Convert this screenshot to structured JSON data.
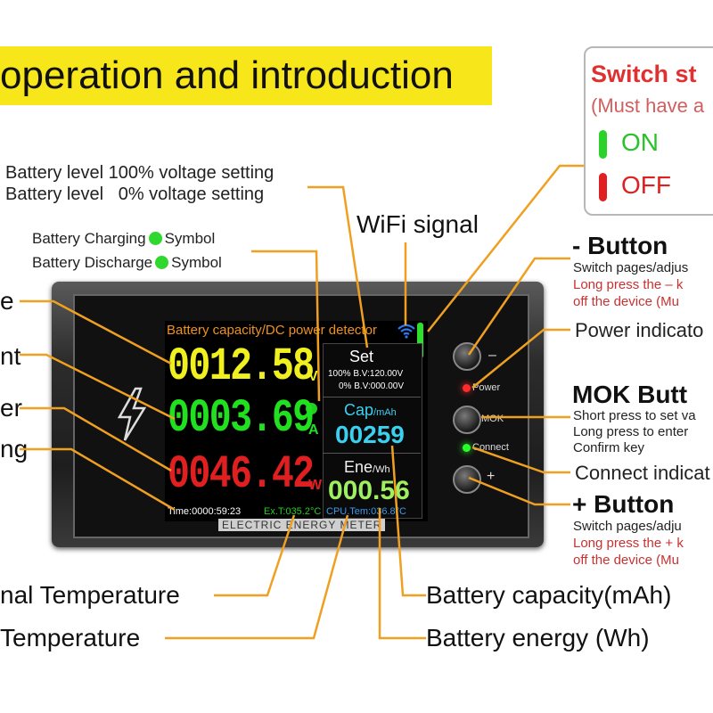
{
  "header": {
    "title": "operation and introduction"
  },
  "switch_status": {
    "title": "Switch st",
    "subtitle": "(Must have a",
    "on_label": "ON",
    "off_label": "OFF",
    "on_color": "#2ac22a",
    "off_color": "#e02020"
  },
  "annotations": {
    "battery_100": "Battery level 100% voltage setting",
    "battery_0": "Battery level   0% voltage setting",
    "wifi": "WiFi signal",
    "charging": "Battery Charging",
    "charging_symbol": "Symbol",
    "discharge": "Battery Discharge",
    "discharge_symbol": "Symbol",
    "left_1": "e",
    "left_2": "nt",
    "left_3": "er",
    "left_4": "ng",
    "ext_temp": "nal Temperature",
    "cpu_temp": "Temperature",
    "capacity": "Battery capacity(mAh)",
    "energy": "Battery energy (Wh)"
  },
  "buttons": {
    "minus": {
      "title": "- Button",
      "line1": "Switch pages/adjus",
      "line2": "Long press the – k",
      "line3": "off the device (Mu"
    },
    "power_indicator": "Power indicato",
    "mok": {
      "title": "MOK Butt",
      "line1": "Short press to set va",
      "line2": "Long press to enter",
      "line3": "Confirm key"
    },
    "connect_indicator": "Connect indicat",
    "plus": {
      "title": "+ Button",
      "line1": "Switch pages/adju",
      "line2": "Long press the + k",
      "line3": "off the device (Mu"
    }
  },
  "screen": {
    "title": "Battery capacity/DC power detector",
    "voltage": "0012.58",
    "voltage_unit": "V",
    "current": "0003.69",
    "current_unit": "A",
    "power": "0046.42",
    "power_unit": "W",
    "set_title": "Set",
    "set_line1": "100% B.V:120.00V",
    "set_line2": "0% B.V:000.00V",
    "cap_label": "Cap",
    "cap_unit": "/mAh",
    "cap_value": "00259",
    "ene_label": "Ene",
    "ene_unit": "/Wh",
    "ene_value": "000.56",
    "time": "Time:0000:59:23",
    "ext_temp": "Ex.T:035.2°C",
    "cpu_temp": "CPU.Tem:036.8°C",
    "colors": {
      "voltage": "#f0f020",
      "current": "#20e020",
      "power": "#e02020"
    }
  },
  "device": {
    "brand": "ELECTRIC ENERGY METER",
    "power_label": "Power",
    "mok_label": "MOK",
    "connect_label": "Connect",
    "minus_sign": "–",
    "plus_sign": "+"
  }
}
